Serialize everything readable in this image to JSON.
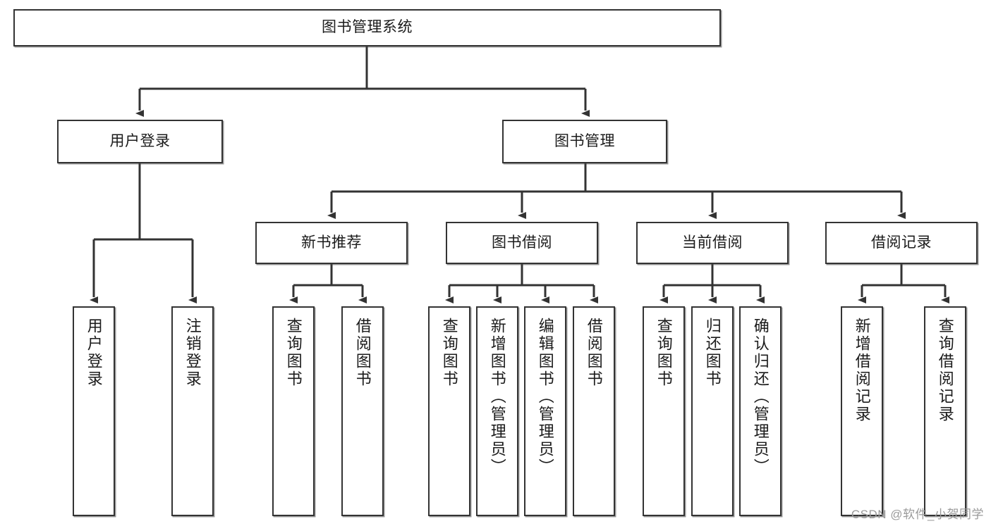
{
  "diagram": {
    "title": "图书管理系统",
    "type": "tree-hierarchy-chart",
    "watermark": "CSDN @软件_小贺同学",
    "colors": {
      "node_border": "#333333",
      "node_fill": "#ffffff",
      "edge": "#333333",
      "text": "#1b1b1b",
      "watermark": "#9a9a9a"
    },
    "root": {
      "label": "图书管理系统"
    },
    "level1": [
      {
        "label": "用户登录"
      },
      {
        "label": "图书管理"
      }
    ],
    "level2": [
      {
        "label": "新书推荐"
      },
      {
        "label": "图书借阅"
      },
      {
        "label": "当前借阅"
      },
      {
        "label": "借阅记录"
      }
    ],
    "leaves": {
      "user_login": [
        {
          "label": "用户登录"
        },
        {
          "label": "注销登录"
        }
      ],
      "new_book_recommend": [
        {
          "label": "查询图书"
        },
        {
          "label": "借阅图书"
        }
      ],
      "book_borrow": [
        {
          "label": "查询图书"
        },
        {
          "label": "新增图书（管理员）"
        },
        {
          "label": "编辑图书（管理员）"
        },
        {
          "label": "借阅图书"
        }
      ],
      "current_borrow": [
        {
          "label": "查询图书"
        },
        {
          "label": "归还图书"
        },
        {
          "label": "确认归还（管理员）"
        }
      ],
      "borrow_record": [
        {
          "label": "新增借阅记录"
        },
        {
          "label": "查询借阅记录"
        }
      ]
    }
  }
}
